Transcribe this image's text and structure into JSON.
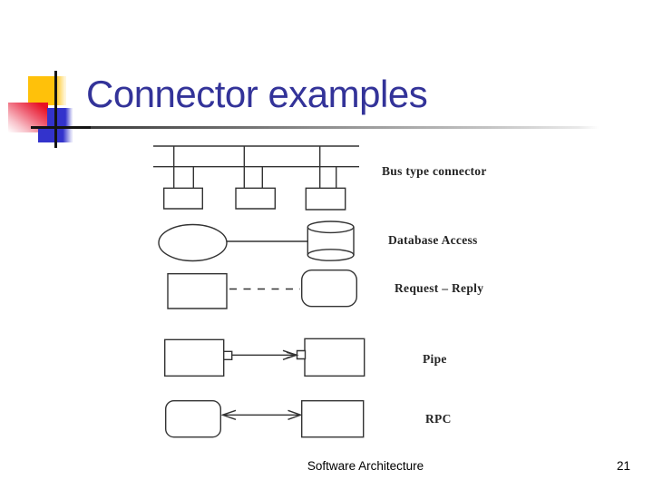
{
  "slide": {
    "title": "Connector examples",
    "footer": "Software Architecture",
    "page_number": "21"
  },
  "colors": {
    "title_text": "#333399",
    "accent_yellow": "#ffc10a",
    "accent_red": "#e81123",
    "accent_blue": "#3333cc",
    "diagram_stroke": "#333333",
    "rule_dark": "#3c3c3c"
  },
  "diagram": {
    "items": [
      {
        "label": "Bus type connector"
      },
      {
        "label": "Database Access"
      },
      {
        "label": "Request – Reply"
      },
      {
        "label": "Pipe"
      },
      {
        "label": "RPC"
      }
    ]
  }
}
